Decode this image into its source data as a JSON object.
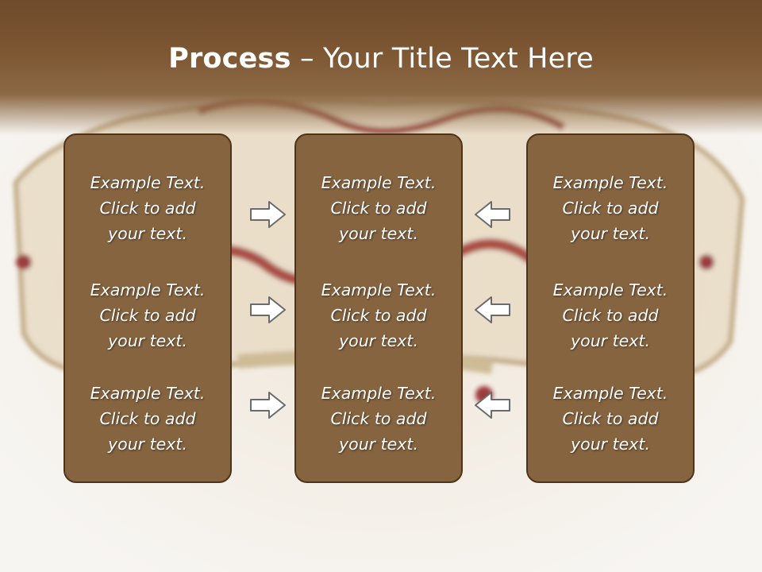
{
  "slide": {
    "title_bold": "Process",
    "title_rest": " – Your Title Text Here"
  },
  "panels": [
    {
      "items": [
        {
          "line1": "Example Text.",
          "line2": "Click  to add",
          "line3": "your text."
        },
        {
          "line1": "Example Text.",
          "line2": "Click  to add",
          "line3": "your text."
        },
        {
          "line1": "Example Text.",
          "line2": "Click  to add",
          "line3": "your text."
        }
      ]
    },
    {
      "items": [
        {
          "line1": "Example Text.",
          "line2": "Click  to add",
          "line3": "your text."
        },
        {
          "line1": "Example Text.",
          "line2": "Click  to add",
          "line3": "your text."
        },
        {
          "line1": "Example Text.",
          "line2": "Click  to add",
          "line3": "your text."
        }
      ]
    },
    {
      "items": [
        {
          "line1": "Example Text.",
          "line2": "Click  to add",
          "line3": "your text."
        },
        {
          "line1": "Example Text.",
          "line2": "Click  to add",
          "line3": "your text."
        },
        {
          "line1": "Example Text.",
          "line2": "Click  to add",
          "line3": "your text."
        }
      ]
    }
  ],
  "colors": {
    "header": "#7e5733",
    "panel": "#866440",
    "panel_border": "#4e3419",
    "arrow_fill": "#ffffff",
    "arrow_stroke": "#6b6b6b"
  },
  "icons": {
    "right_arrows": "arrow-right-icon",
    "left_arrows": "arrow-left-icon"
  }
}
